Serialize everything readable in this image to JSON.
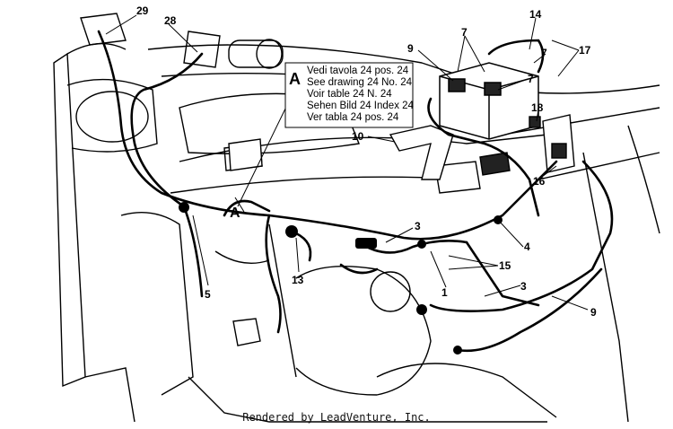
{
  "diagram": {
    "callouts": [
      {
        "id": "c29",
        "label": "29"
      },
      {
        "id": "c28",
        "label": "28"
      },
      {
        "id": "c14",
        "label": "14"
      },
      {
        "id": "c9a",
        "label": "9"
      },
      {
        "id": "c7a",
        "label": "7"
      },
      {
        "id": "c17",
        "label": "17"
      },
      {
        "id": "c7b",
        "label": "7"
      },
      {
        "id": "c7c",
        "label": "7"
      },
      {
        "id": "c18",
        "label": "18"
      },
      {
        "id": "c10",
        "label": "10"
      },
      {
        "id": "c16",
        "label": "16"
      },
      {
        "id": "c3a",
        "label": "3"
      },
      {
        "id": "c4",
        "label": "4"
      },
      {
        "id": "c15",
        "label": "15"
      },
      {
        "id": "c1",
        "label": "1"
      },
      {
        "id": "c3b",
        "label": "3"
      },
      {
        "id": "c9b",
        "label": "9"
      },
      {
        "id": "c13",
        "label": "13"
      },
      {
        "id": "c5",
        "label": "5"
      },
      {
        "id": "cA",
        "label": "A"
      }
    ],
    "reference_note": {
      "letter": "A",
      "lines": [
        "Vedi tavola 24 pos. 24",
        "See drawing 24 No. 24",
        "Voir table 24 N. 24",
        "Sehen Bild 24 Index 24",
        "Ver tabla 24 pos. 24"
      ]
    }
  },
  "footer": {
    "text": "Rendered by LeadVenture, Inc."
  }
}
